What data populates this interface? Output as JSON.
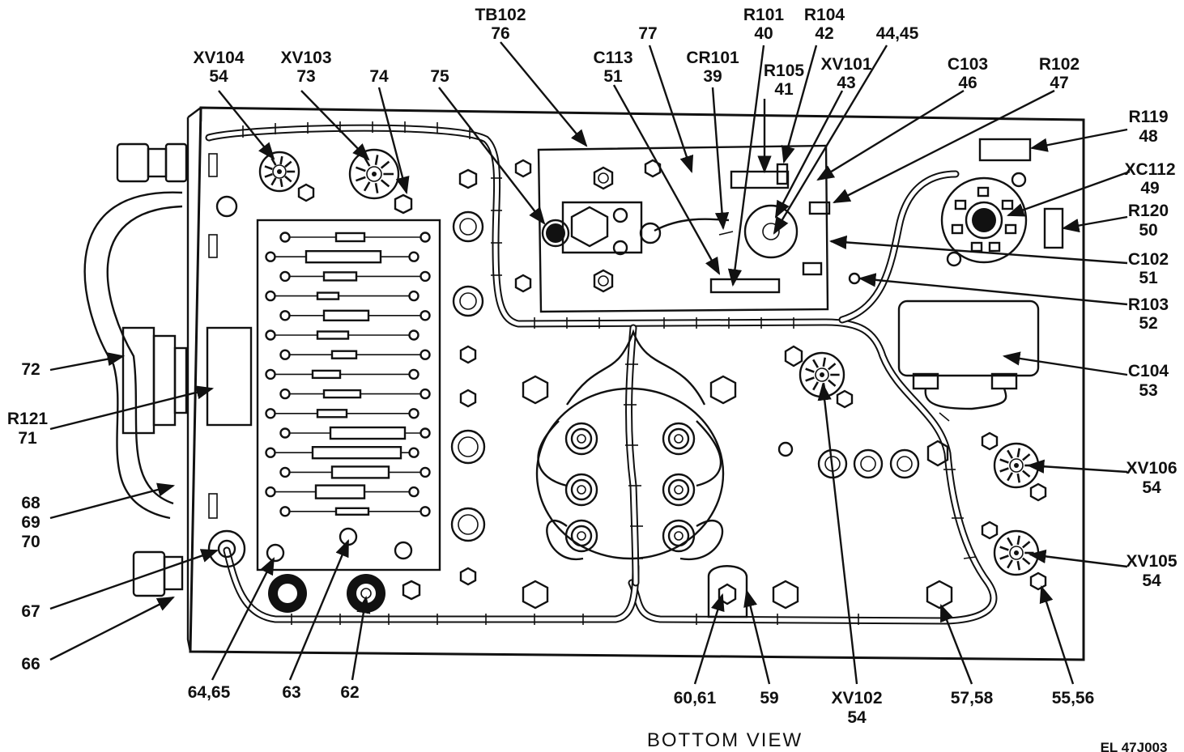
{
  "diagram": {
    "caption": "BOTTOM VIEW",
    "figure_id": "EL 47J003",
    "callouts": [
      {
        "id": "xv104",
        "ref": "XV104",
        "num": "54"
      },
      {
        "id": "xv103",
        "ref": "XV103",
        "num": "73"
      },
      {
        "id": "c74",
        "ref": "",
        "num": "74"
      },
      {
        "id": "c75",
        "ref": "",
        "num": "75"
      },
      {
        "id": "tb102",
        "ref": "TB102",
        "num": "76"
      },
      {
        "id": "c77",
        "ref": "",
        "num": "77"
      },
      {
        "id": "c113",
        "ref": "C113",
        "num": "51"
      },
      {
        "id": "cr101",
        "ref": "CR101",
        "num": "39"
      },
      {
        "id": "r101",
        "ref": "R101",
        "num": "40"
      },
      {
        "id": "r105",
        "ref": "R105",
        "num": "41"
      },
      {
        "id": "r104",
        "ref": "R104",
        "num": "42"
      },
      {
        "id": "xv101",
        "ref": "XV101",
        "num": "43"
      },
      {
        "id": "c4445",
        "ref": "",
        "num": "44,45"
      },
      {
        "id": "c103",
        "ref": "C103",
        "num": "46"
      },
      {
        "id": "r102",
        "ref": "R102",
        "num": "47"
      },
      {
        "id": "r119",
        "ref": "R119",
        "num": "48"
      },
      {
        "id": "xc112",
        "ref": "XC112",
        "num": "49"
      },
      {
        "id": "r120",
        "ref": "R120",
        "num": "50"
      },
      {
        "id": "c102",
        "ref": "C102",
        "num": "51"
      },
      {
        "id": "r103",
        "ref": "R103",
        "num": "52"
      },
      {
        "id": "c104",
        "ref": "C104",
        "num": "53"
      },
      {
        "id": "xv106",
        "ref": "XV106",
        "num": "54"
      },
      {
        "id": "xv105",
        "ref": "XV105",
        "num": "54"
      },
      {
        "id": "c5556",
        "ref": "",
        "num": "55,56"
      },
      {
        "id": "c5758",
        "ref": "",
        "num": "57,58"
      },
      {
        "id": "xv102",
        "ref": "XV102",
        "num": "54"
      },
      {
        "id": "c59",
        "ref": "",
        "num": "59"
      },
      {
        "id": "c6061",
        "ref": "",
        "num": "60,61"
      },
      {
        "id": "c62",
        "ref": "",
        "num": "62"
      },
      {
        "id": "c63",
        "ref": "",
        "num": "63"
      },
      {
        "id": "c6465",
        "ref": "",
        "num": "64,65"
      },
      {
        "id": "c66",
        "ref": "",
        "num": "66"
      },
      {
        "id": "c67",
        "ref": "",
        "num": "67"
      },
      {
        "id": "c68",
        "ref": "",
        "num": "68"
      },
      {
        "id": "c69",
        "ref": "",
        "num": "69"
      },
      {
        "id": "c70",
        "ref": "",
        "num": "70"
      },
      {
        "id": "r121",
        "ref": "R121",
        "num": "71"
      },
      {
        "id": "c72",
        "ref": "",
        "num": "72"
      }
    ]
  }
}
